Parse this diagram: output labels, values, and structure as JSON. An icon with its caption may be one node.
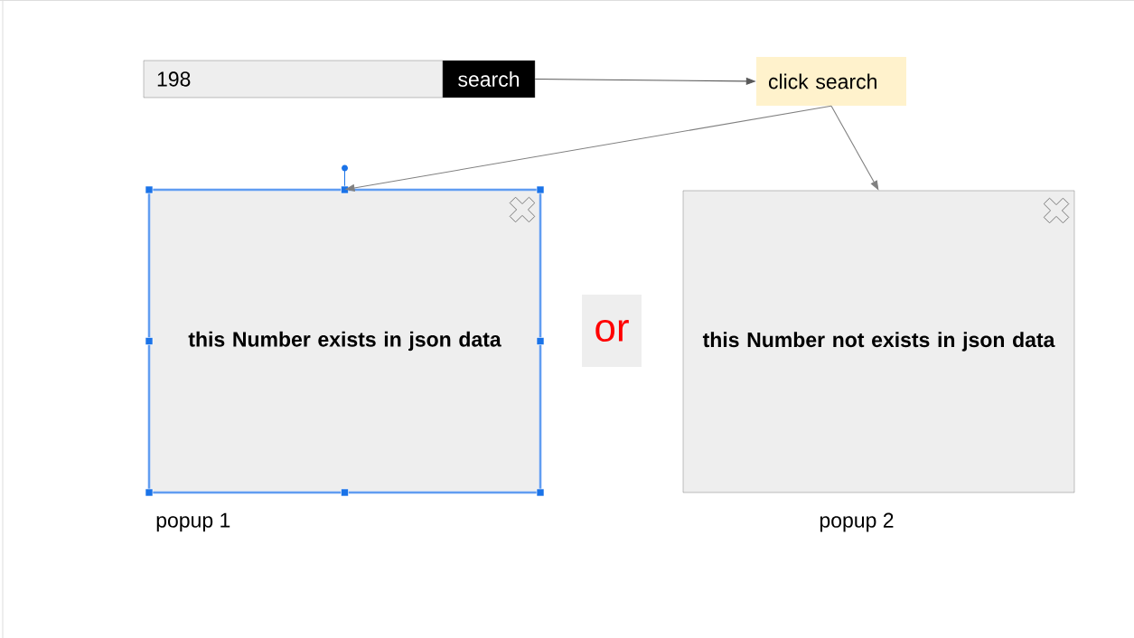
{
  "diagram": {
    "nodes": [
      {
        "text": [
          "198"
        ]
      },
      {
        "text": [
          "search"
        ]
      },
      {
        "text": [
          "click search"
        ]
      },
      {
        "text": [
          "this Number exists in json data"
        ],
        "beside": [
          "popup 1"
        ]
      },
      {
        "text": [
          "or"
        ]
      },
      {
        "text": [
          "this Number not exists in json data"
        ],
        "beside": [
          "popup 2"
        ]
      }
    ],
    "edges": [
      {
        "from": 1,
        "to": 2,
        "arrow": "to",
        "color": "#595959"
      },
      {
        "from": 2,
        "to": 3,
        "arrow": "to"
      },
      {
        "from": 2,
        "to": 5,
        "arrow": "to"
      }
    ]
  }
}
